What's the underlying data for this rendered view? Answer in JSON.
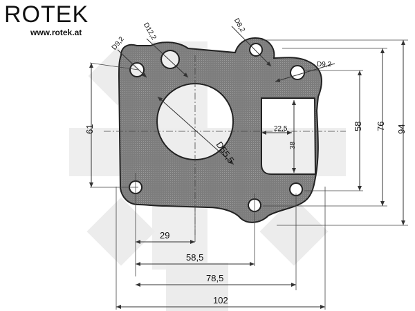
{
  "brand": {
    "name": "ROTEK",
    "url": "www.rotek.at"
  },
  "diagram": {
    "labels": {
      "hole_top_left": "D9,2",
      "hole_top_second": "D12,2",
      "hole_top_right": "D8,2",
      "hole_right": "D9,2",
      "bore": "D55,5",
      "height_left": "61",
      "window_width": "22,5",
      "window_height": "38",
      "height_58": "58",
      "height_76": "76",
      "height_94": "94",
      "width_29": "29",
      "width_58_5": "58,5",
      "width_78_5": "78,5",
      "width_102": "102"
    },
    "colors": {
      "gasket_fill": "#8a8a8a",
      "gasket_stroke": "#222222",
      "watermark": "#e8e8e8",
      "line": "#333333"
    }
  }
}
